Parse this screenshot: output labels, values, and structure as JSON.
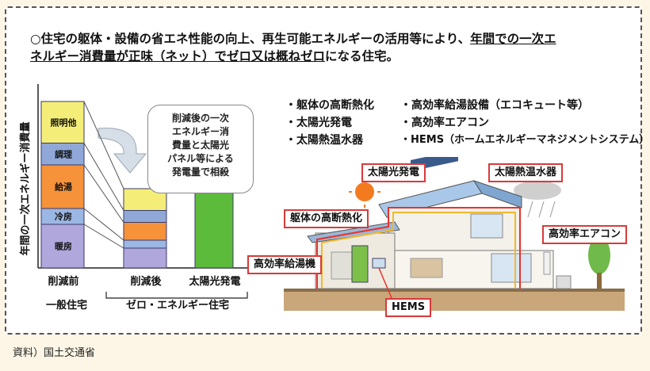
{
  "intro": {
    "p1": "○住宅の躯体・設備の省エネ性能の向上、再生可能エネルギーの活用等により、",
    "p2": "年間での一次エ",
    "p3": "ネルギー消費量が正味（ネット）でゼロ又は概ねゼロ",
    "p4": "になる住宅。"
  },
  "chart": {
    "ylabel": "年間の一次エネルギー消費量",
    "segments": [
      "照明他",
      "調理",
      "給湯",
      "冷房",
      "暖房"
    ],
    "columns": [
      "削減前",
      "削減後",
      "太陽光発電"
    ],
    "groups": [
      "一般住宅",
      "ゼロ・エネルギー住宅"
    ],
    "callout": [
      "削減後の一次",
      "エネルギー消",
      "費量と太陽光",
      "パネル等による",
      "発電量で相殺"
    ]
  },
  "chart_data": {
    "type": "bar",
    "categories": [
      "削減前",
      "削減後",
      "太陽光発電"
    ],
    "series": [
      {
        "name": "暖房",
        "values": [
          1.1,
          0.5,
          0
        ]
      },
      {
        "name": "冷房",
        "values": [
          0.4,
          0.2,
          0
        ]
      },
      {
        "name": "給湯",
        "values": [
          1.1,
          0.45,
          0
        ]
      },
      {
        "name": "調理",
        "values": [
          0.55,
          0.3,
          0
        ]
      },
      {
        "name": "照明他",
        "values": [
          1.05,
          0.55,
          0
        ]
      },
      {
        "name": "",
        "values": [
          0,
          0,
          2.0
        ]
      }
    ],
    "colors": {
      "暖房": "#b0a8dd",
      "冷房": "#9bb7e4",
      "給湯": "#f5923a",
      "調理": "#8fa8d8",
      "照明他": "#f4ee78",
      "solar": "#5dbb3c"
    }
  },
  "features": {
    "left": [
      "・躯体の高断熱化",
      "・太陽光発電",
      "・太陽熱温水器"
    ],
    "right": [
      "・高効率給湯設備（エコキュート等）",
      "・高効率エアコン",
      "・HEMS（ホームエネルギーマネジメントシステム）"
    ]
  },
  "house_tags": {
    "solar_pv": "太陽光発電",
    "solar_water": "太陽熱温水器",
    "insulation": "躯体の高断熱化",
    "aircon": "高効率エアコン",
    "water_heater": "高効率給湯機",
    "hems": "HEMS"
  },
  "source": "資料）国土交通省"
}
